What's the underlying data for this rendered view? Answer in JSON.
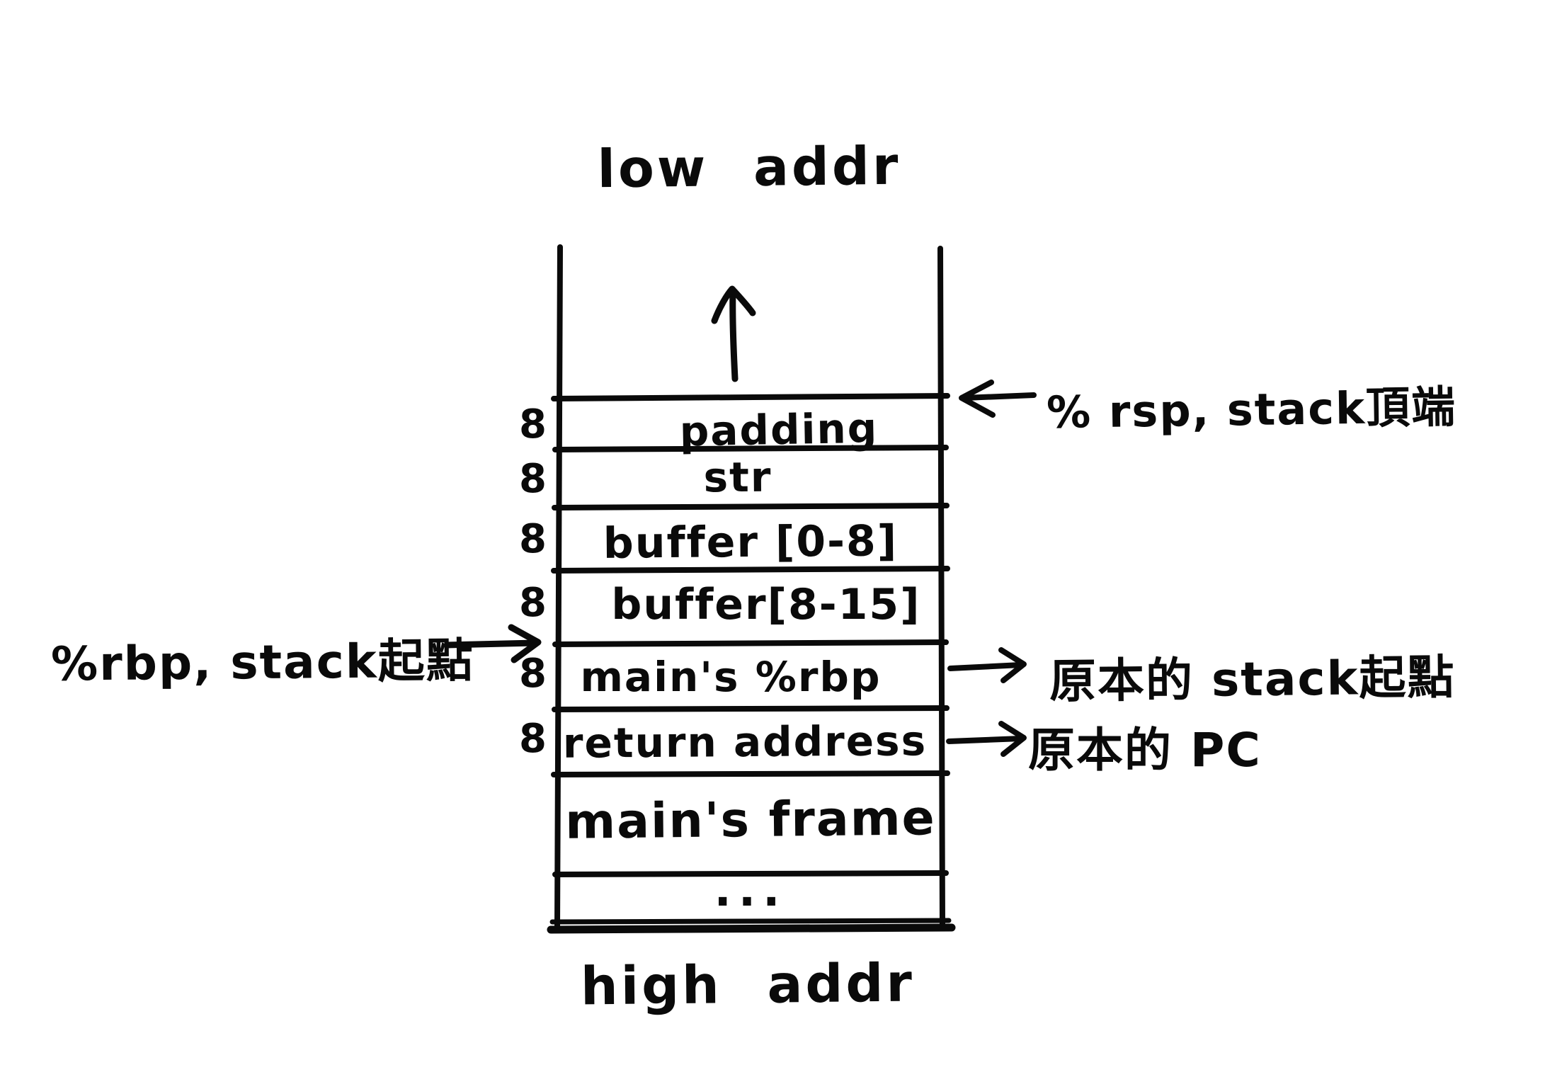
{
  "diagram": {
    "top_label": "low addr",
    "bottom_label": "high addr",
    "rows": [
      {
        "label": "padding",
        "size": "8"
      },
      {
        "label": "str",
        "size": "8"
      },
      {
        "label": "buffer [0-8]",
        "size": "8"
      },
      {
        "label": "buffer[8-15]",
        "size": "8"
      },
      {
        "label": "main's %rbp",
        "size": "8"
      },
      {
        "label": "return address",
        "size": "8"
      },
      {
        "label": "main's frame"
      },
      {
        "label": "..."
      }
    ],
    "annotations": {
      "rsp_pointer": "% rsp, stack頂端",
      "rbp_pointer": "%rbp, stack起點",
      "original_rbp": "原本的 stack起點",
      "original_pc": "原本的 PC"
    },
    "icons": {
      "up_arrow": "↑",
      "left_arrow": "←",
      "right_arrow": "→"
    }
  },
  "colors": {
    "ink": "#0a0a0a",
    "background": "#ffffff"
  }
}
